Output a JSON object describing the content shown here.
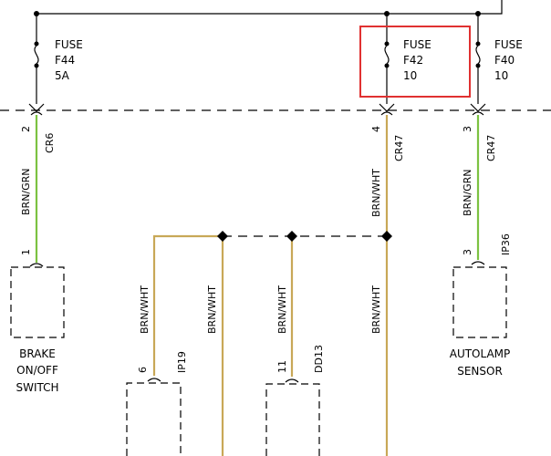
{
  "colors": {
    "wire_green": "#7cc242",
    "wire_tan": "#c8a857",
    "highlight": "#e03131"
  },
  "fuses": [
    {
      "word": "FUSE",
      "id": "F44",
      "rating": "5A"
    },
    {
      "word": "FUSE",
      "id": "F42",
      "rating": "10"
    },
    {
      "word": "FUSE",
      "id": "F40",
      "rating": "10"
    }
  ],
  "connectors": {
    "cr6_pin": "2",
    "cr6": "CR6",
    "cr47a_pin": "4",
    "cr47a": "CR47",
    "cr47b_pin": "3",
    "cr47b": "CR47",
    "ip36_pin": "3",
    "ip36": "IP36",
    "brake_pin": "1",
    "ip19_pin": "6",
    "ip19": "IP19",
    "dd13_pin": "11",
    "dd13": "DD13"
  },
  "wires": {
    "w1": "BRN/GRN",
    "w2": "BRN/WHT",
    "w3": "BRN/GRN",
    "w4": "BRN/WHT",
    "w5": "BRN/WHT",
    "w6": "BRN/WHT",
    "w7": "BRN/WHT"
  },
  "components": {
    "brake_line1": "BRAKE",
    "brake_line2": "ON/OFF",
    "brake_line3": "SWITCH",
    "autolamp_line1": "AUTOLAMP",
    "autolamp_line2": "SENSOR"
  }
}
